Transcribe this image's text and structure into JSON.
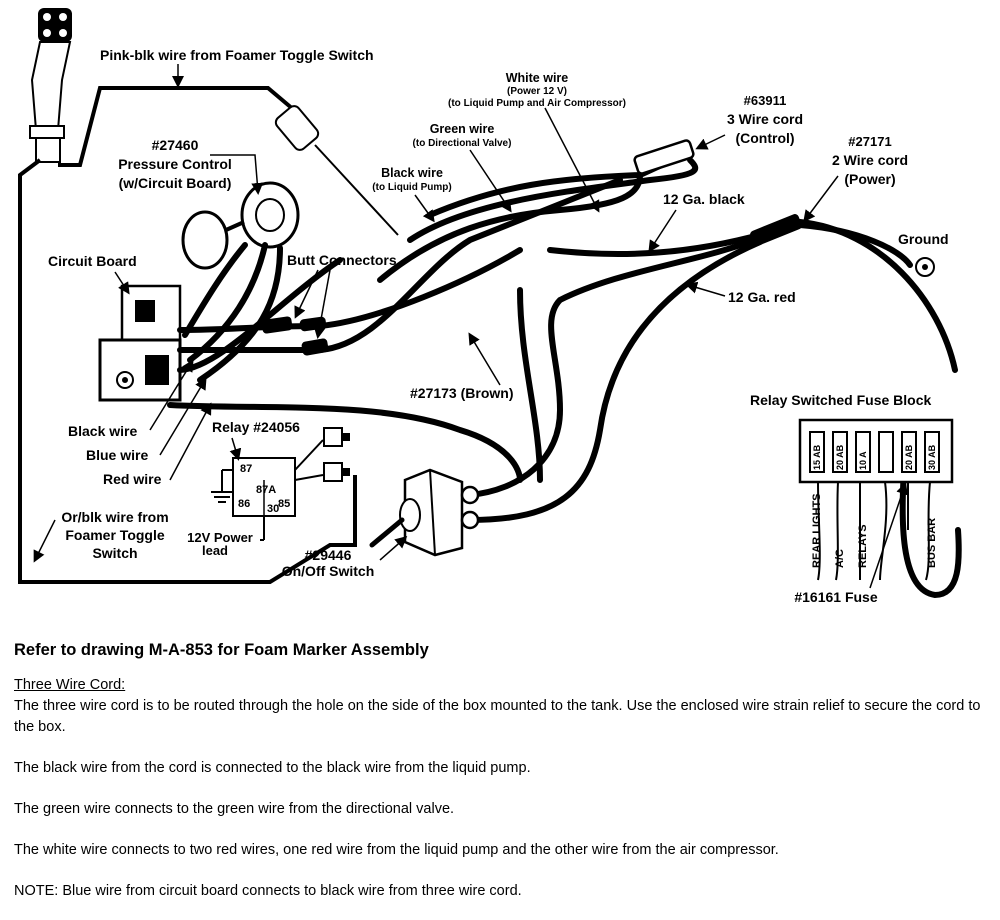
{
  "labels": {
    "pink_blk": "Pink-blk wire from Foamer Toggle Switch",
    "white_wire": "White wire",
    "white_sub1": "(Power 12 V)",
    "white_sub2": "(to Liquid Pump and Air Compressor)",
    "part_63911": "#63911",
    "three_wire_cord": "3 Wire cord",
    "control": "(Control)",
    "green_wire": "Green wire",
    "green_sub": "(to Directional Valve)",
    "part_27460": "#27460",
    "pressure_control": "Pressure Control",
    "w_circuit_board": "(w/Circuit Board)",
    "black_wire_top": "Black wire",
    "black_sub": "(to Liquid Pump)",
    "part_27171": "#27171",
    "two_wire_cord": "2 Wire cord",
    "power": "(Power)",
    "ga_black": "12 Ga. black",
    "ground": "Ground",
    "circuit_board": "Circuit Board",
    "butt_connectors": "Butt Connectors",
    "ga_red": "12 Ga. red",
    "brown": "#27173 (Brown)",
    "fuse_block": "Relay Switched Fuse Block",
    "black_wire": "Black wire",
    "blue_wire": "Blue wire",
    "red_wire": "Red wire",
    "relay": "Relay #24056",
    "relay_87": "87",
    "relay_87a": "87A",
    "relay_86": "86",
    "relay_85": "85",
    "relay_30": "30",
    "or_blk_1": "Or/blk wire from",
    "or_blk_2": "Foamer Toggle",
    "or_blk_3": "Switch",
    "power_lead_1": "12V Power",
    "power_lead_2": "lead",
    "part_29446": "#29446",
    "on_off_switch": "On/Off Switch",
    "fuse": "#16161 Fuse",
    "fuse_labels": [
      "REAR LIGHTS",
      "A/C",
      "RELAYS",
      "",
      "",
      "BUS BAR"
    ],
    "fuse_ratings": [
      "15 AB",
      "20 AB",
      "10 A",
      "",
      "20 AB",
      "30 AB"
    ]
  },
  "notes": {
    "heading": "Refer to drawing M-A-853 for Foam Marker Assembly",
    "section_title": "Three Wire Cord:",
    "p1": "The three wire cord is to be routed through the hole on the side of the box mounted to the tank. Use the enclosed wire strain relief to secure the cord to the box.",
    "p2": "The black wire from the cord is connected to the black wire from the liquid pump.",
    "p3": "The green wire connects to the green wire from the directional valve.",
    "p4": "The white wire connects to two red wires, one red wire from the liquid pump and the other wire from the air compressor.",
    "p5": "NOTE: Blue wire from circuit board connects to black wire from three wire cord."
  }
}
